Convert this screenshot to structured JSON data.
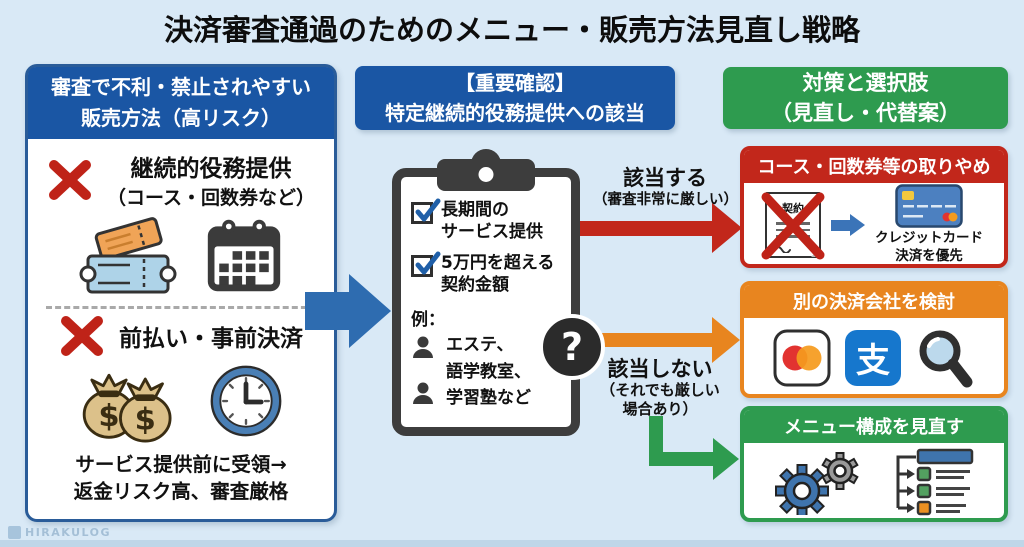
{
  "title": "決済審査通過のためのメニュー・販売方法見直し戦略",
  "watermark": "HIRAKULOG",
  "left_panel": {
    "header_line1": "審査で不利・禁止されやすい",
    "header_line2": "販売方法（高リスク）",
    "item1": {
      "title": "継続的役務提供",
      "subtitle": "（コース・回数券など）"
    },
    "item2": {
      "title": "前払い・事前決済"
    },
    "footer_line1": "サービス提供前に受領→",
    "footer_line2": "返金リスク高、審査厳格",
    "money_symbol": "$"
  },
  "middle_panel": {
    "header_line1": "【重要確認】",
    "header_line2": "特定継続的役務提供への該当",
    "checklist": [
      {
        "line1": "長期間の",
        "line2": "サービス提供"
      },
      {
        "line1": "5万円を超える",
        "line2": "契約金額"
      }
    ],
    "example_label": "例：",
    "examples": [
      "エステ、",
      "語学教室、",
      "学習塾など"
    ],
    "question_mark": "?"
  },
  "branches": {
    "match": {
      "label": "該当する",
      "note": "（審査非常に厳しい）"
    },
    "no_match": {
      "label": "該当しない",
      "note_line1": "（それでも厳しい",
      "note_line2": "場合あり）"
    }
  },
  "right_panel": {
    "header_line1": "対策と選択肢",
    "header_line2": "（見直し・代替案）",
    "box1": {
      "title": "コース・回数券等の取りやめ",
      "contract_label": "契約",
      "caption_line1": "クレジットカード",
      "caption_line2": "決済を優先"
    },
    "box2": {
      "title": "別の決済会社を検討",
      "alipay_glyph": "支"
    },
    "box3": {
      "title": "メニュー構成を見直す"
    }
  },
  "colors": {
    "background": "#d9e9f6",
    "blue_header": "#1a56a4",
    "green": "#2e9b4f",
    "red": "#c2271b",
    "orange": "#e8851f",
    "arrow_blue": "#2e6cb0"
  }
}
